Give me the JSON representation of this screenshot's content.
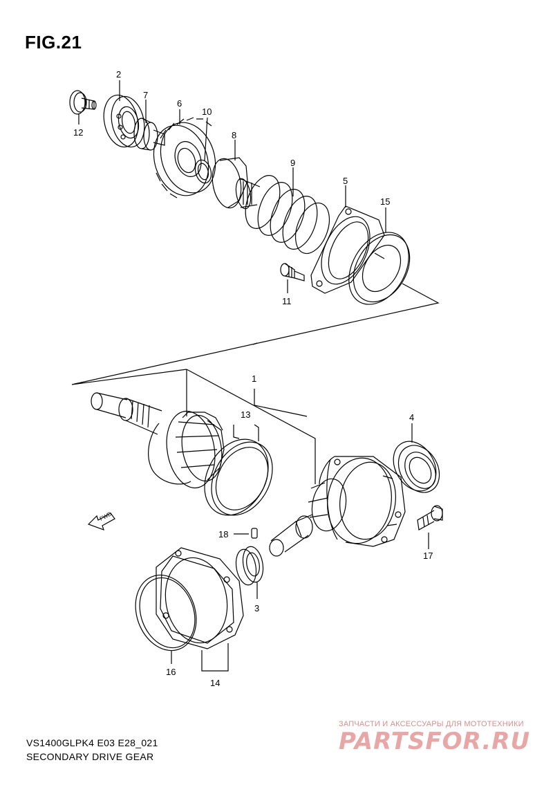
{
  "figure": {
    "title": "FIG.21",
    "model_code": "VS1400GLPK4 E03 E28_021",
    "caption": "SECONDARY DRIVE GEAR"
  },
  "callouts": [
    "1",
    "2",
    "3",
    "4",
    "5",
    "6",
    "7",
    "8",
    "9",
    "10",
    "11",
    "12",
    "13",
    "14",
    "15",
    "16",
    "17",
    "18"
  ],
  "direction_label": "FWD",
  "watermark": {
    "tagline": "ЗАПЧАСТИ И АКСЕССУАРЫ ДЛЯ МОТОТЕХНИКИ",
    "brand": "PARTSFOR.RU",
    "color": "#e7a7a7"
  },
  "colors": {
    "line": "#000000",
    "background": "#ffffff"
  }
}
